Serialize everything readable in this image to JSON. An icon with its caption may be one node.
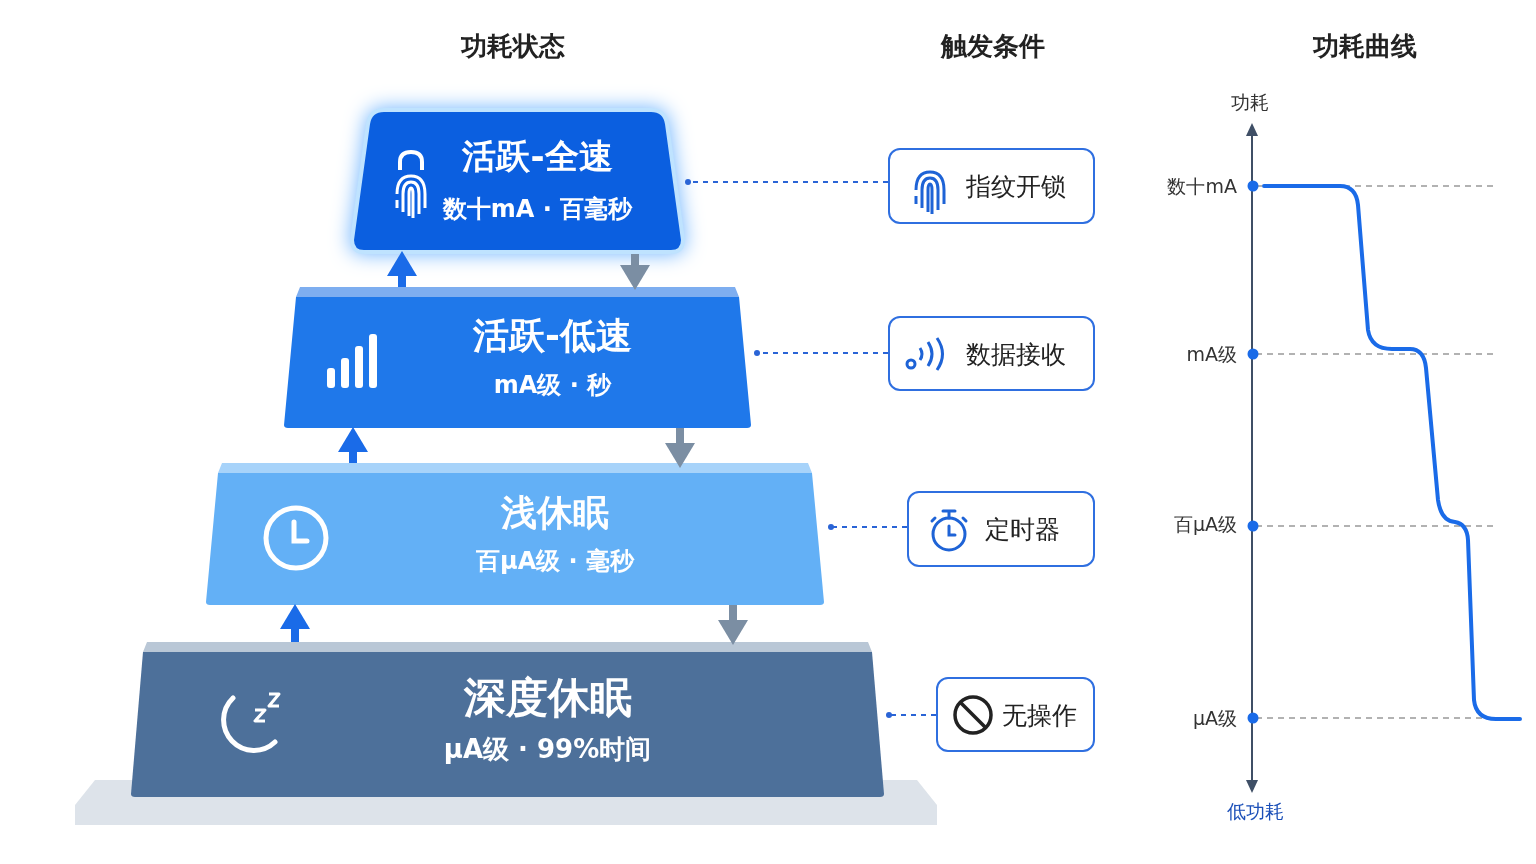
{
  "diagram": {
    "nodes": [
      {
        "text": [
          "活跃-全速",
          "数十mA · 百毫秒"
        ]
      },
      {
        "text": [
          "活跃-低速",
          "mA级 · 秒"
        ]
      },
      {
        "text": [
          "浅休眠",
          "百μA级 · 毫秒"
        ]
      },
      {
        "text": [
          "深度休眠",
          "μA级 · 99%时间"
        ]
      },
      {
        "text": [
          "指纹开锁"
        ]
      },
      {
        "text": [
          "数据接收"
        ]
      },
      {
        "text": [
          "定时器"
        ]
      },
      {
        "text": [
          "无操作"
        ]
      }
    ],
    "edges": [
      {
        "from": 1,
        "to": 0,
        "arrow": "to"
      },
      {
        "from": 0,
        "to": 1,
        "arrow": "to",
        "color": "#7b8ea3"
      },
      {
        "from": 2,
        "to": 1,
        "arrow": "to"
      },
      {
        "from": 1,
        "to": 2,
        "arrow": "to",
        "color": "#7b8ea3"
      },
      {
        "from": 3,
        "to": 2,
        "arrow": "to"
      },
      {
        "from": 2,
        "to": 3,
        "arrow": "to",
        "color": "#7b8ea3"
      },
      {
        "from": 4,
        "to": 0,
        "arrow": "other",
        "style": "dashed"
      },
      {
        "from": 5,
        "to": 1,
        "arrow": "other",
        "style": "dashed"
      },
      {
        "from": 6,
        "to": 2,
        "arrow": "other",
        "style": "dashed"
      },
      {
        "from": 7,
        "to": 3,
        "arrow": "other",
        "style": "dashed"
      }
    ],
    "labels": [
      "功耗状态",
      "触发条件",
      "功耗曲线",
      "功耗",
      "数十mA",
      "mA级",
      "百μA级",
      "μA级",
      "低功耗"
    ]
  }
}
